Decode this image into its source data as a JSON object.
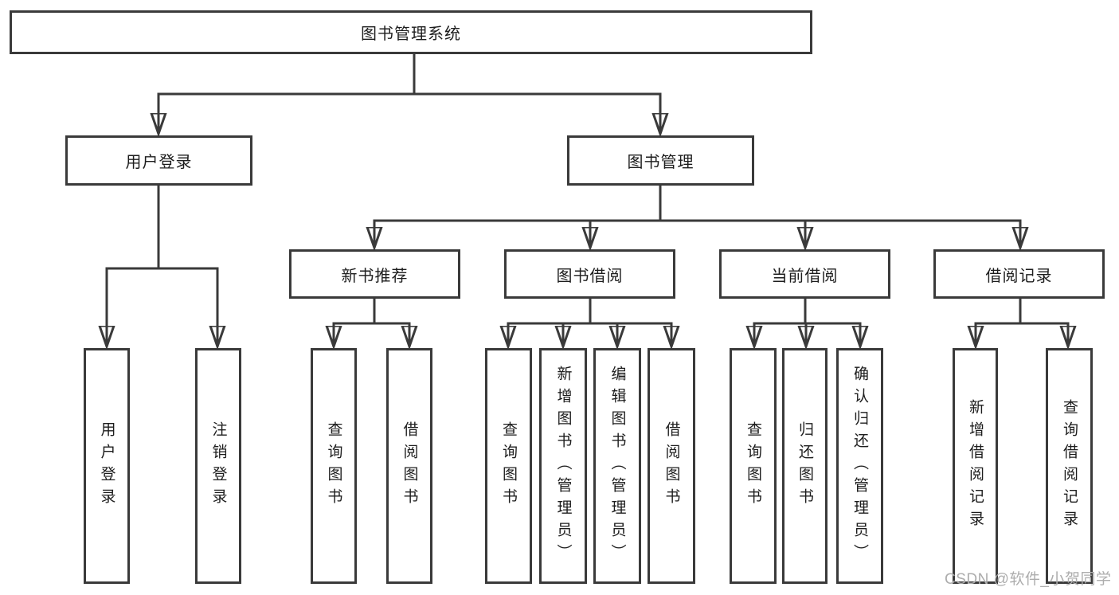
{
  "diagram": {
    "root": "图书管理系统",
    "branches": {
      "user_login": {
        "label": "用户登录",
        "children": [
          "用户登录",
          "注销登录"
        ]
      },
      "book_mgmt": {
        "label": "图书管理",
        "sections": {
          "new_books": {
            "label": "新书推荐",
            "children": [
              "查询图书",
              "借阅图书"
            ]
          },
          "book_borrow": {
            "label": "图书借阅",
            "children": [
              "查询图书",
              "新增图书（管理员）",
              "编辑图书（管理员）",
              "借阅图书"
            ]
          },
          "current_borrow": {
            "label": "当前借阅",
            "children": [
              "查询图书",
              "归还图书",
              "确认归还（管理员）"
            ]
          },
          "borrow_records": {
            "label": "借阅记录",
            "children": [
              "新增借阅记录",
              "查询借阅记录"
            ]
          }
        }
      }
    }
  },
  "watermark": {
    "text": "CSDN @软件_小贺同学"
  },
  "colors": {
    "line": "#3a3a3a",
    "box_border": "#3a3a3a",
    "text": "#1d1d1d",
    "watermark": "#adadad",
    "background": "#ffffff"
  }
}
